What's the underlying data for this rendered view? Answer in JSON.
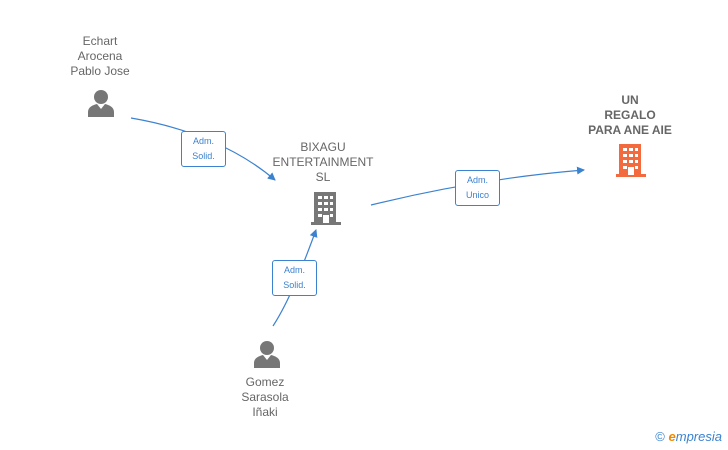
{
  "nodes": {
    "echart": {
      "label": "Echart\nArocena\nPablo Jose",
      "icon": "person-icon"
    },
    "bixagu": {
      "label": "BIXAGU\nENTERTAINMENT\nSL",
      "icon": "building-icon"
    },
    "regalo": {
      "label": "UN\nREGALO\nPARA ANE AIE",
      "icon": "building-icon"
    },
    "gomez": {
      "label": "Gomez\nSarasola\nIñaki",
      "icon": "person-icon"
    }
  },
  "edges": {
    "echart_bixagu": {
      "label": "Adm.\nSolid."
    },
    "gomez_bixagu": {
      "label": "Adm.\nSolid."
    },
    "bixagu_regalo": {
      "label": "Adm.\nUnico"
    }
  },
  "watermark": {
    "copyright": "©",
    "brand_first": "e",
    "brand_rest": "mpresia"
  },
  "colors": {
    "edge": "#3b82d0",
    "person": "#777777",
    "company": "#777777",
    "target_company": "#f26a3d",
    "label_text": "#666666"
  }
}
